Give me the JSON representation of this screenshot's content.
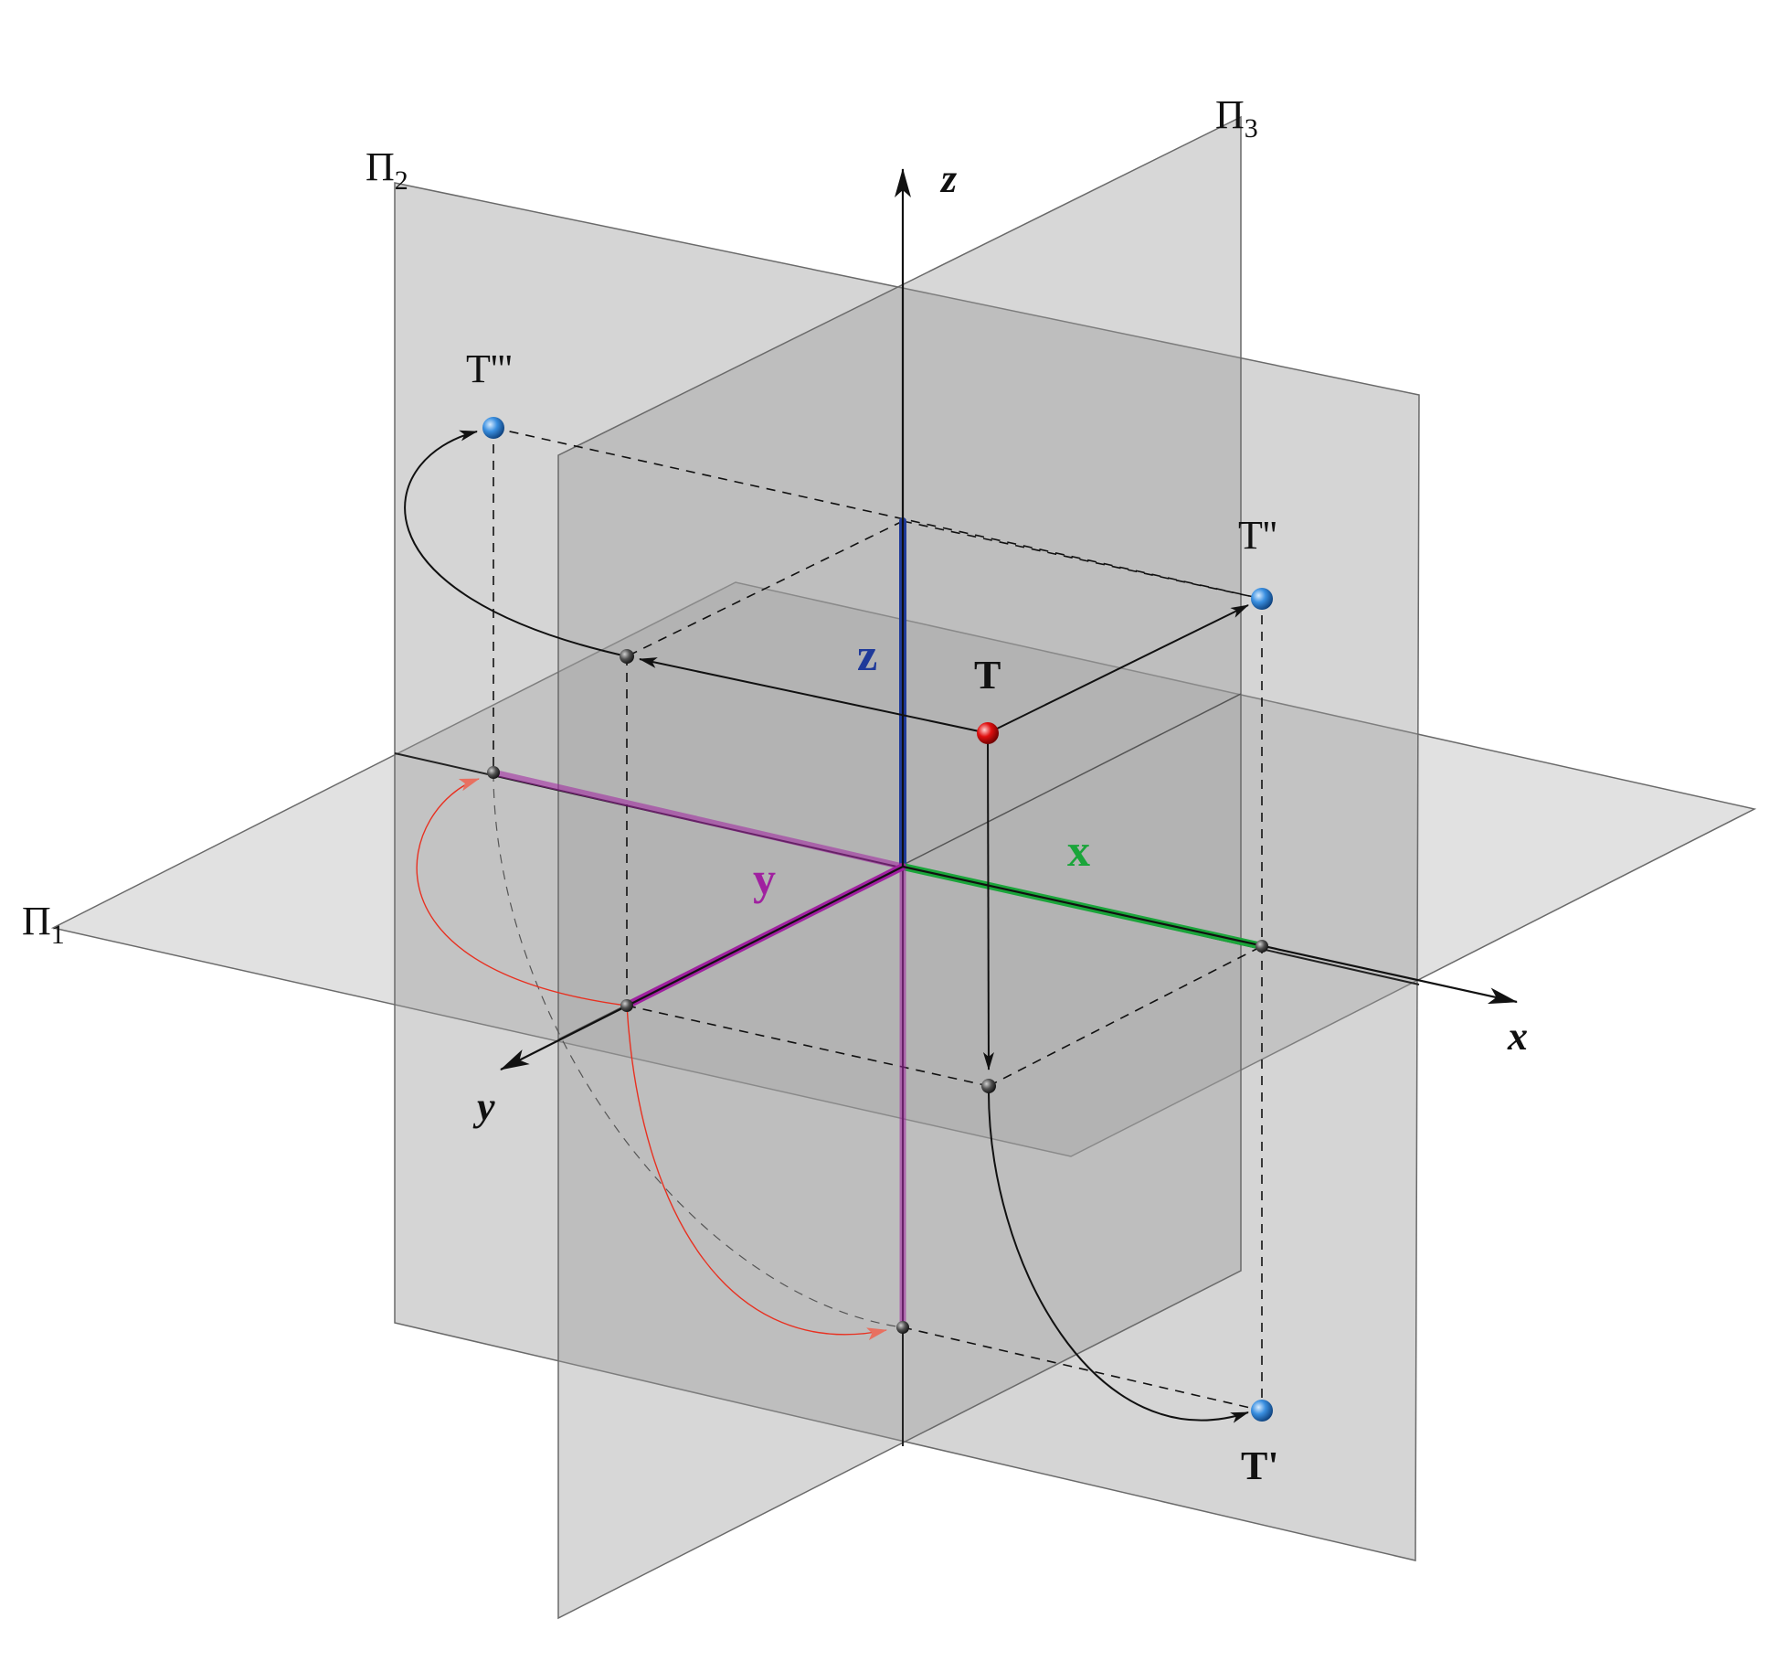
{
  "planes": {
    "p1": {
      "symbol": "Π",
      "sub": "1"
    },
    "p2": {
      "symbol": "Π",
      "sub": "2"
    },
    "p3": {
      "symbol": "Π",
      "sub": "3"
    }
  },
  "axes": {
    "x": "x",
    "y": "y",
    "z": "z"
  },
  "coordinate_segments": {
    "x": {
      "label": "x",
      "color": "#1aa53a"
    },
    "y": {
      "label": "y",
      "color": "#a020a0"
    },
    "z": {
      "label": "z",
      "color": "#1f3a9a"
    }
  },
  "points": {
    "T": {
      "label": "T",
      "color": "#e01010"
    },
    "T1": {
      "label": "T'",
      "color": "#3a8fe0"
    },
    "T2": {
      "label": "T''",
      "color": "#3a8fe0"
    },
    "T3": {
      "label": "T'''",
      "color": "#3a8fe0"
    }
  },
  "colors": {
    "plane_fill": "#9a9a9a",
    "plane_edge": "#6a6a6a",
    "rotation_arc": "#e83020",
    "projector": "#111111"
  }
}
